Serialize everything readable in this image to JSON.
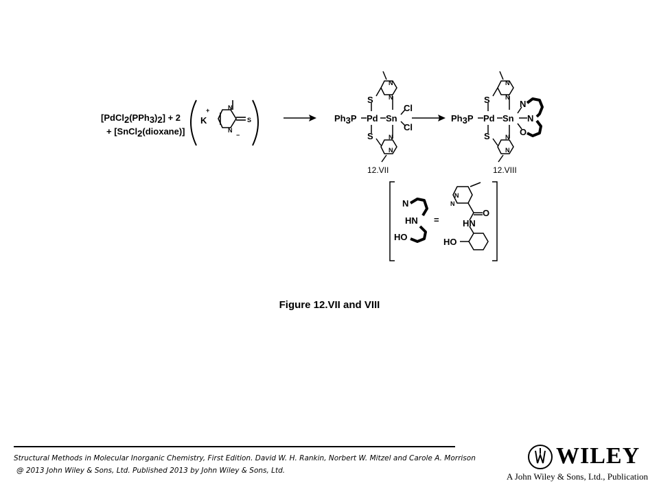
{
  "caption": "Figure 12.VII and VIII",
  "citation": {
    "line1": "Structural Methods in Molecular Inorganic Chemistry, First Edition. David W. H. Rankin, Norbert W. Mitzel and Carole A. Morrison",
    "line2": "@ 2013 John Wiley & Sons, Ltd. Published 2013 by John Wiley & Sons, Ltd."
  },
  "publisher": {
    "logo_text": "WILEY",
    "tagline": "A John Wiley & Sons, Ltd., Publication"
  },
  "scheme": {
    "reagent_line1": "[PdCl",
    "reagent_line1_sub1": "2",
    "reagent_line1_mid": "(PPh",
    "reagent_line1_sub2": "3",
    "reagent_line1_end": ")",
    "reagent_line1_sub3": "2",
    "reagent_line1_tail": "] + 2",
    "reagent_line2": "+ [SnCl",
    "reagent_line2_sub": "2",
    "reagent_line2_tail": "(dioxane)]",
    "k_label": "K",
    "k_charge": "+",
    "minus_charge": "−",
    "ph3p": "Ph",
    "ph3p_sub": "3",
    "ph3p_tail": "P",
    "pd": "Pd",
    "sn": "Sn",
    "cl": "Cl",
    "s": "S",
    "n": "N",
    "o": "O",
    "hn": "HN",
    "ho": "HO",
    "equals": "=",
    "label_vii": "12.VII",
    "label_viii": "12.VIII"
  }
}
